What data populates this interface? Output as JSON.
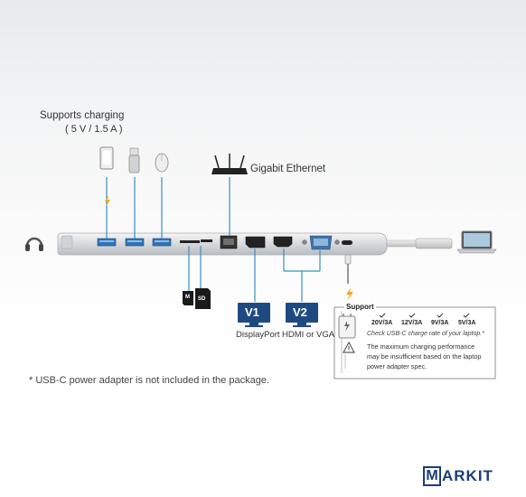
{
  "charging": {
    "title": "Supports charging",
    "spec": "( 5 V / 1.5 A )"
  },
  "ethernet": {
    "label": "Gigabit Ethernet"
  },
  "monitors": {
    "v1": {
      "badge": "V1",
      "label": "DisplayPort"
    },
    "v2": {
      "badge": "V2",
      "label": "HDMI or VGA"
    }
  },
  "card_slots": {
    "micro": "M",
    "sd": "SD"
  },
  "support": {
    "title": "Support",
    "ratings": [
      "20V/3A",
      "12V/3A",
      "9V/3A",
      "5V/3A"
    ],
    "check_note": "Check USB-C charge rate of your laptop.*",
    "warning_line1": "The maximum charging performance",
    "warning_line2": "may be insufficient based on the laptop",
    "warning_line3": "power adapter spec."
  },
  "footnote": "* USB-C power adapter is not included in the package.",
  "logo": {
    "letter": "M",
    "rest": "ARKIT"
  },
  "colors": {
    "monitor": "#1e4a82",
    "bolt": "#f5a623",
    "line": "#3a8fc4",
    "hub": "#c9ccd0"
  }
}
